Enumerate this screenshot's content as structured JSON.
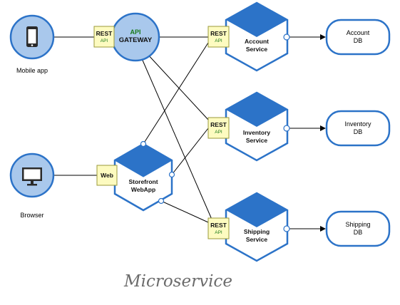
{
  "clients": {
    "mobile": {
      "label": "Mobile app",
      "icon": "mobile-phone-icon"
    },
    "browser": {
      "label": "Browser",
      "icon": "monitor-icon"
    }
  },
  "gateway": {
    "line1": "API",
    "line2": "GATEWAY"
  },
  "adapters": {
    "rest": {
      "line1": "REST",
      "line2": "API"
    },
    "web": {
      "label": "Web"
    }
  },
  "webapp": {
    "line1": "Storefront",
    "line2": "WebApp"
  },
  "services": [
    {
      "line1": "Account",
      "line2": "Service"
    },
    {
      "line1": "Inventory",
      "line2": "Service"
    },
    {
      "line1": "Shipping",
      "line2": "Service"
    }
  ],
  "databases": [
    {
      "line1": "Account",
      "line2": "DB"
    },
    {
      "line1": "Inventory",
      "line2": "DB"
    },
    {
      "line1": "Shipping",
      "line2": "DB"
    }
  ],
  "caption": "Microservice",
  "colors": {
    "hex_fill": "#2c73c8",
    "hex_stroke": "#1f4f8f",
    "circle_fill": "#a9c8ec",
    "circle_stroke": "#2c73c8",
    "adapter_fill": "#fdfbc0",
    "adapter_stroke": "#9a9a3a",
    "gateway_api_text": "#1a7a1a"
  }
}
